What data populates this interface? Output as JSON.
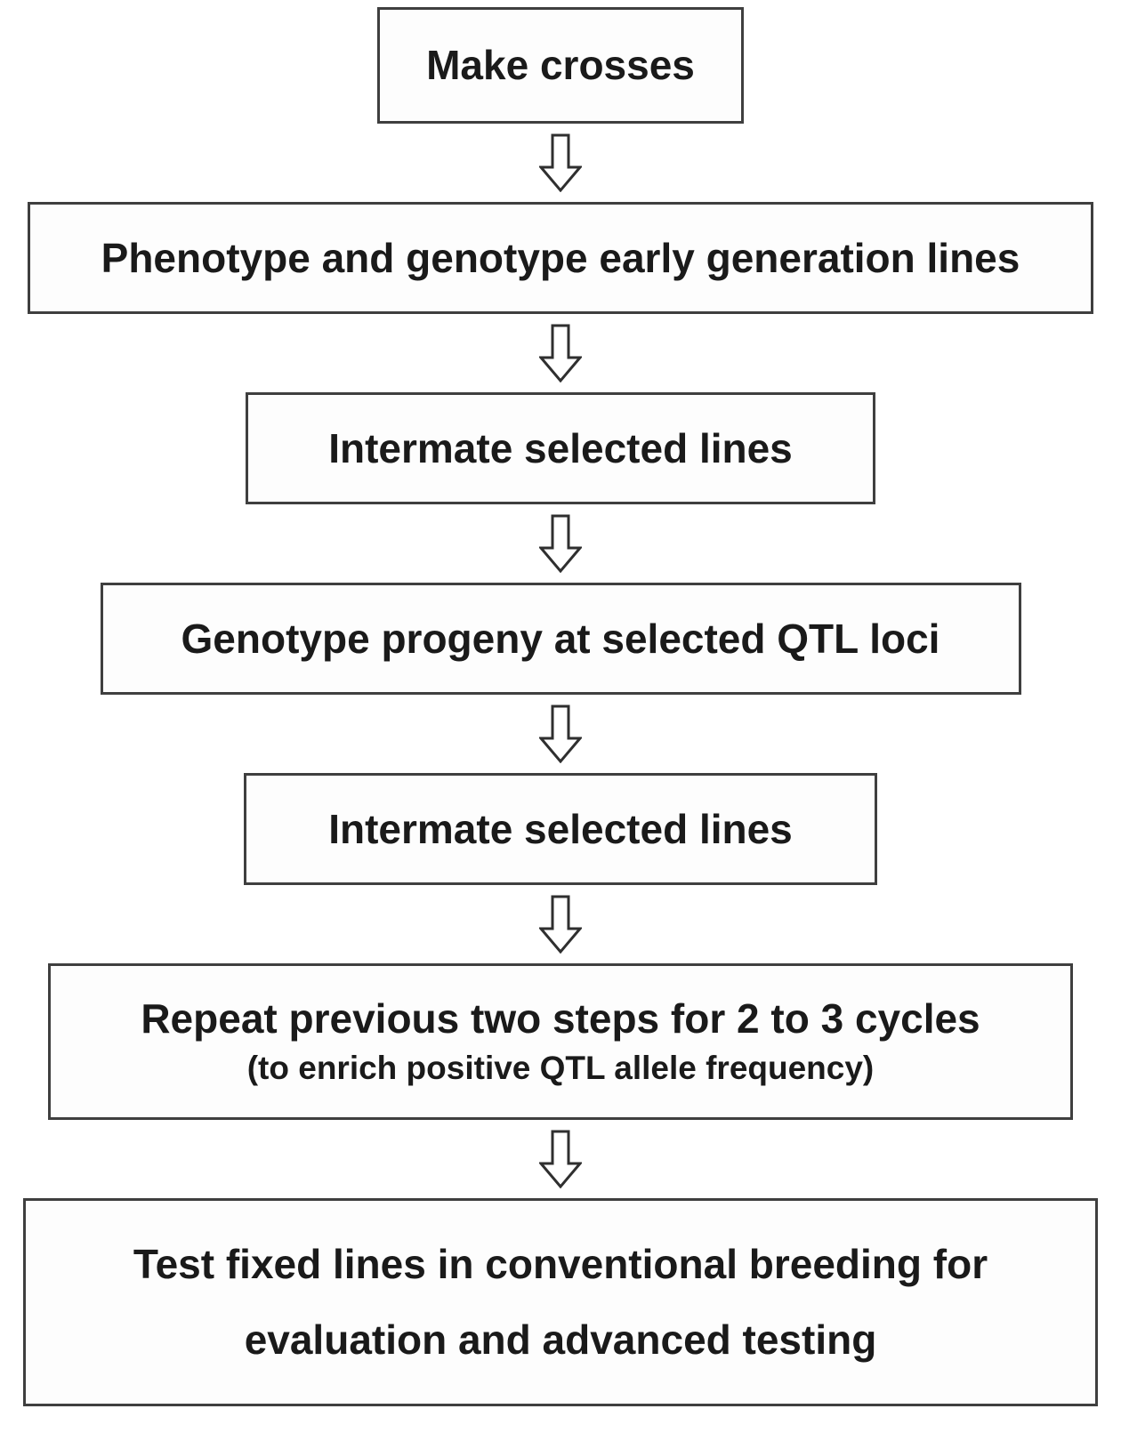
{
  "diagram": {
    "type": "flowchart",
    "direction": "top-down",
    "connector_style": "hollow-down-arrow",
    "connector_count": 6,
    "colors": {
      "background": "#ffffff",
      "box_fill": "#fdfdfd",
      "box_border": "#3f3f3f",
      "text": "#1a1a1a",
      "arrow_outline": "#2f2f2f",
      "arrow_fill": "#ffffff"
    },
    "steps": [
      {
        "label": "Make crosses"
      },
      {
        "label": "Phenotype and genotype early generation lines"
      },
      {
        "label": "Intermate selected lines"
      },
      {
        "label": "Genotype progeny at selected QTL loci"
      },
      {
        "label": "Intermate selected lines"
      },
      {
        "label": "Repeat previous two steps for 2 to 3 cycles",
        "sublabel": "(to enrich positive QTL allele frequency)"
      },
      {
        "lines": [
          "Test fixed lines in conventional breeding for",
          "evaluation and advanced testing"
        ]
      }
    ]
  }
}
